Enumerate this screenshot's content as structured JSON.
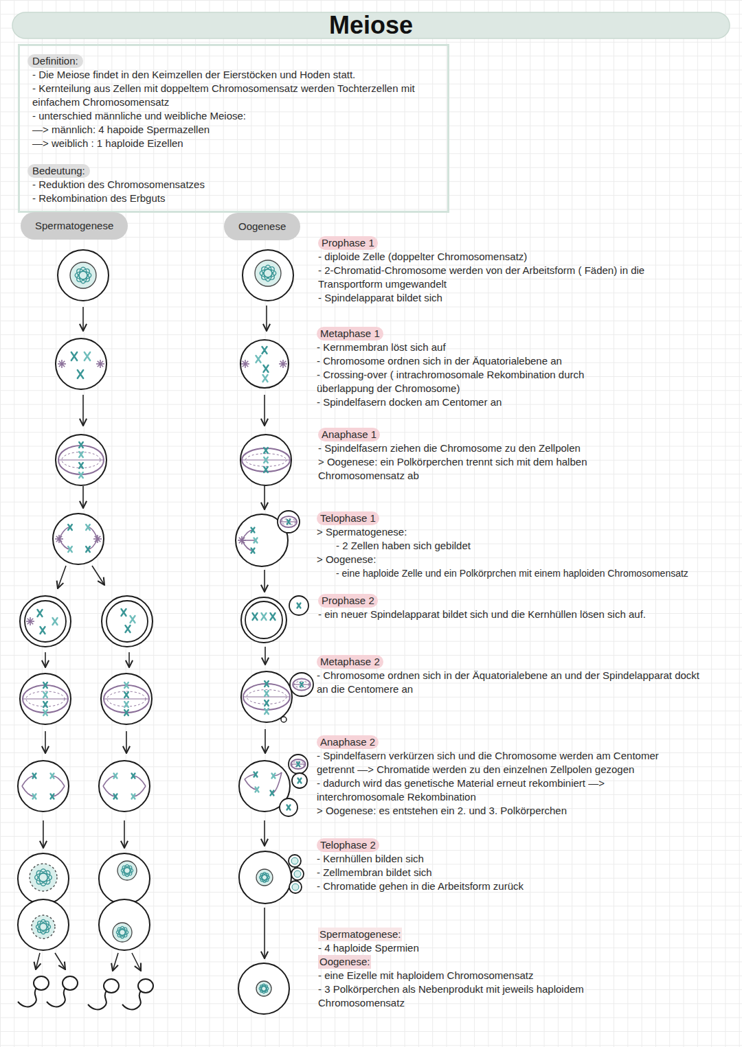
{
  "diagram": {
    "title": "Meiose",
    "nodes": [
      {
        "text": [
          "- Die Meiose findet in den Keimzellen der Eierstöcken und Hoden statt.",
          "- Kernteilung aus Zellen mit doppeltem Chromosomensatz werden Tochterzellen mit einfachem Chromosomensatz",
          "- unterschied männliche und weibliche Meiose:",
          "—> männlich: 4 hapoide Spermazellen",
          "—> weiblich : 1 haploide Eizellen",
          "- Reduktion des Chromosomensatzes",
          "- Rekombination des Erbguts"
        ]
      },
      {
        "text": [
          "Definition:"
        ],
        "in": 0
      },
      {
        "text": [
          "Bedeutung:"
        ],
        "in": 0
      },
      {
        "text": [
          "Spermatogenese"
        ]
      },
      {
        "text": [
          "Oogenese"
        ]
      },
      {
        "text": [
          "Prophase 1"
        ]
      },
      {
        "text": [
          "Metaphase 1"
        ]
      },
      {
        "text": [
          "Anaphase 1"
        ]
      },
      {
        "text": [
          "Telophase 1"
        ]
      },
      {
        "text": [
          "Prophase 2"
        ]
      },
      {
        "text": [
          "Metaphase 2"
        ]
      },
      {
        "text": [
          "Anaphase 2"
        ]
      },
      {
        "text": [
          "Telophase 2"
        ]
      },
      {
        "text": [
          "Spermatogenese:"
        ]
      },
      {
        "text": [
          "Oogenese:"
        ]
      }
    ],
    "labels": [
      "- diploide Zelle (doppelter Chromosomensatz)",
      "- 2-Chromatid-Chromosome werden von der Arbeitsform ( Fäden) in die Transportform umgewandelt",
      "- Spindelapparat bildet sich",
      "- Kernmembran löst sich auf",
      "- Chromosome ordnen sich in der Äquatorialebene an",
      "- Crossing-over ( intrachromosomale Rekombination durch überlappung der Chromosome)",
      "- Spindelfasern docken am Centomer an",
      "- Spindelfasern ziehen die Chromosome zu den Zellpolen",
      "> Oogenese: ein Polkörperchen trennt sich mit dem halben Chromosomensatz ab",
      "> Spermatogenese:",
      "- 2 Zellen haben sich gebildet",
      "> Oogenese:",
      "- eine haploide Zelle und ein Polkörprchen mit einem haploiden Chromosomensatz",
      "- ein neuer Spindelapparat bildet sich und die Kernhüllen lösen sich auf.",
      "- Chromosome ordnen sich in der Äquatorialebene an und der Spindelapparat dockt an die Centomere an",
      "- Spindelfasern verkürzen sich und die Chromosome werden am Centomer getrennt —> Chromatide werden zu den einzelnen Zellpolen gezogen",
      "- dadurch wird das genetische Material erneut rekombiniert —> interchromosomale Rekombination",
      "> Oogenese: es entstehen ein 2. und 3. Polkörperchen",
      "- Kernhüllen bilden sich",
      "- Zellmembran bildet sich",
      "- Chromatide gehen in die Arbeitsform zurück",
      "- 4 haploide Spermien",
      "- eine Eizelle mit haploidem Chromosomensatz",
      "- 3 Polkörperchen als Nebenprodukt mit jeweils haploidem Chromosomensatz"
    ]
  }
}
